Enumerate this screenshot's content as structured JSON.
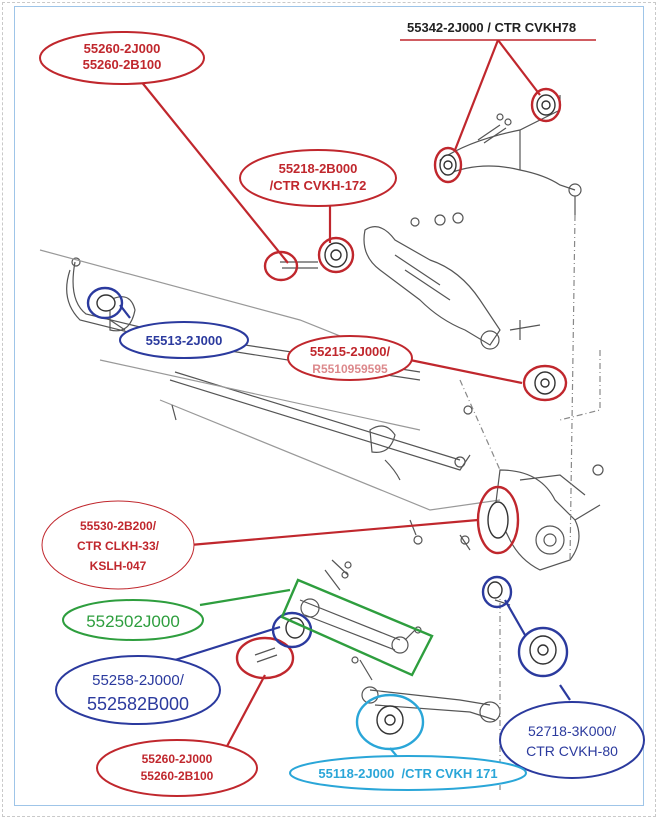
{
  "labels": {
    "top_right": "55342-2J000 / CTR CVKH78",
    "top_left_1": "55260-2J000",
    "top_left_2": "55260-2B100",
    "mid_1": "55218-2B000",
    "mid_2": "/CTR CVKH-172",
    "blue_left": "55513-2J000",
    "red_right_1": "55215-2J000/",
    "red_right_2": "R5510959595",
    "left_1": "55530-2B200/",
    "left_2": "CTR CLKH-33/",
    "left_3": "KSLH-047",
    "green": "552502J000",
    "blue_bl_1": "55258-2J000/",
    "blue_bl_2": "552582B000",
    "bottom_red_1": "55260-2J000",
    "bottom_red_2": "55260-2B100",
    "bottom_right_1": "52718-3K000/",
    "bottom_right_2": "CTR CVKH-80",
    "cyan": "55118-2J000  /CTR CVKH 171"
  },
  "colors": {
    "red": "#c0272d",
    "blue": "#2b3a9e",
    "green": "#2e9e3e",
    "cyan": "#2aa6d8"
  }
}
